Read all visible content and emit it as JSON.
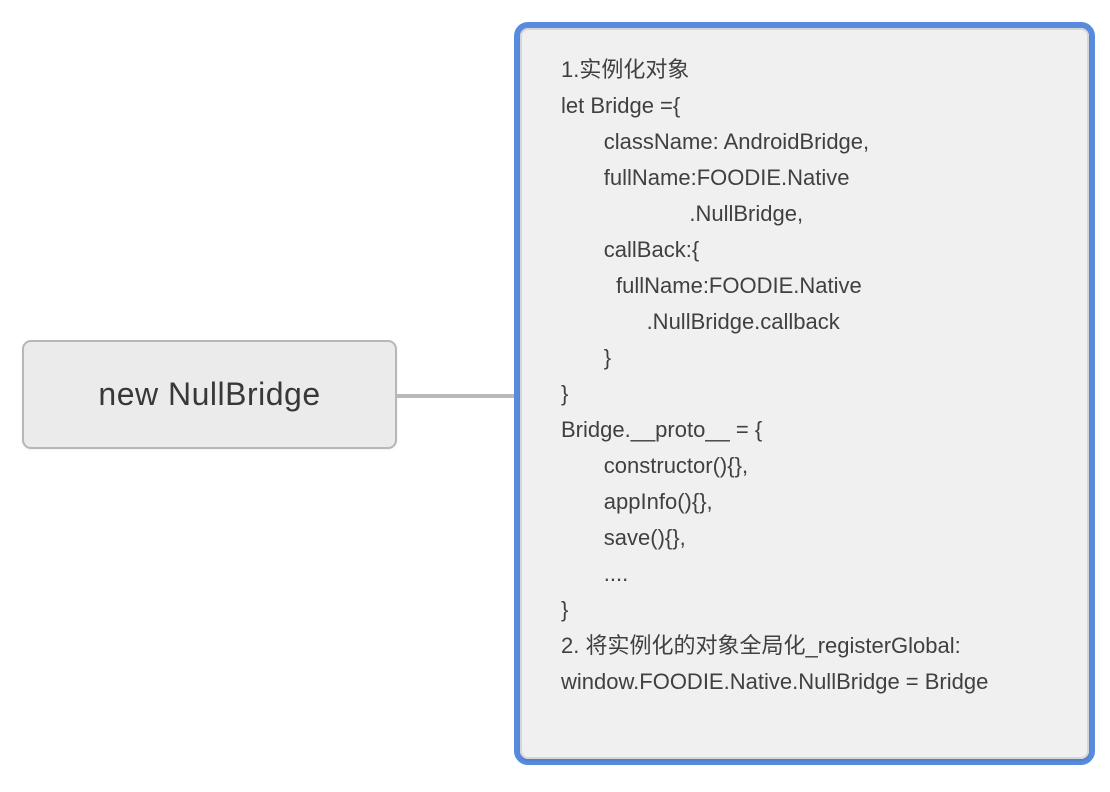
{
  "node": {
    "label": "new NullBridge"
  },
  "connector": {
    "type": "horizontal-line"
  },
  "panel": {
    "selected": true,
    "lines": [
      "1.实例化对象",
      "let Bridge ={",
      "       className: AndroidBridge,",
      "       fullName:FOODIE.Native",
      "                     .NullBridge,",
      "       callBack:{",
      "         fullName:FOODIE.Native",
      "              .NullBridge.callback",
      "       }",
      "}",
      "Bridge.__proto__ = {",
      "       constructor(){},",
      "       appInfo(){},",
      "       save(){},",
      "       ....",
      "}",
      "2. 将实例化的对象全局化_registerGlobal:",
      "window.FOODIE.Native.NullBridge = Bridge"
    ]
  },
  "colors": {
    "selection_blue": "#588bde",
    "panel_fill": "#f0f0f0",
    "panel_border": "#d6d6d6",
    "node_fill": "#ebebeb",
    "node_border": "#b7b7b7",
    "connector": "#b9b9b9",
    "text": "#404040",
    "node_text": "#383838",
    "background": "#ffffff"
  }
}
